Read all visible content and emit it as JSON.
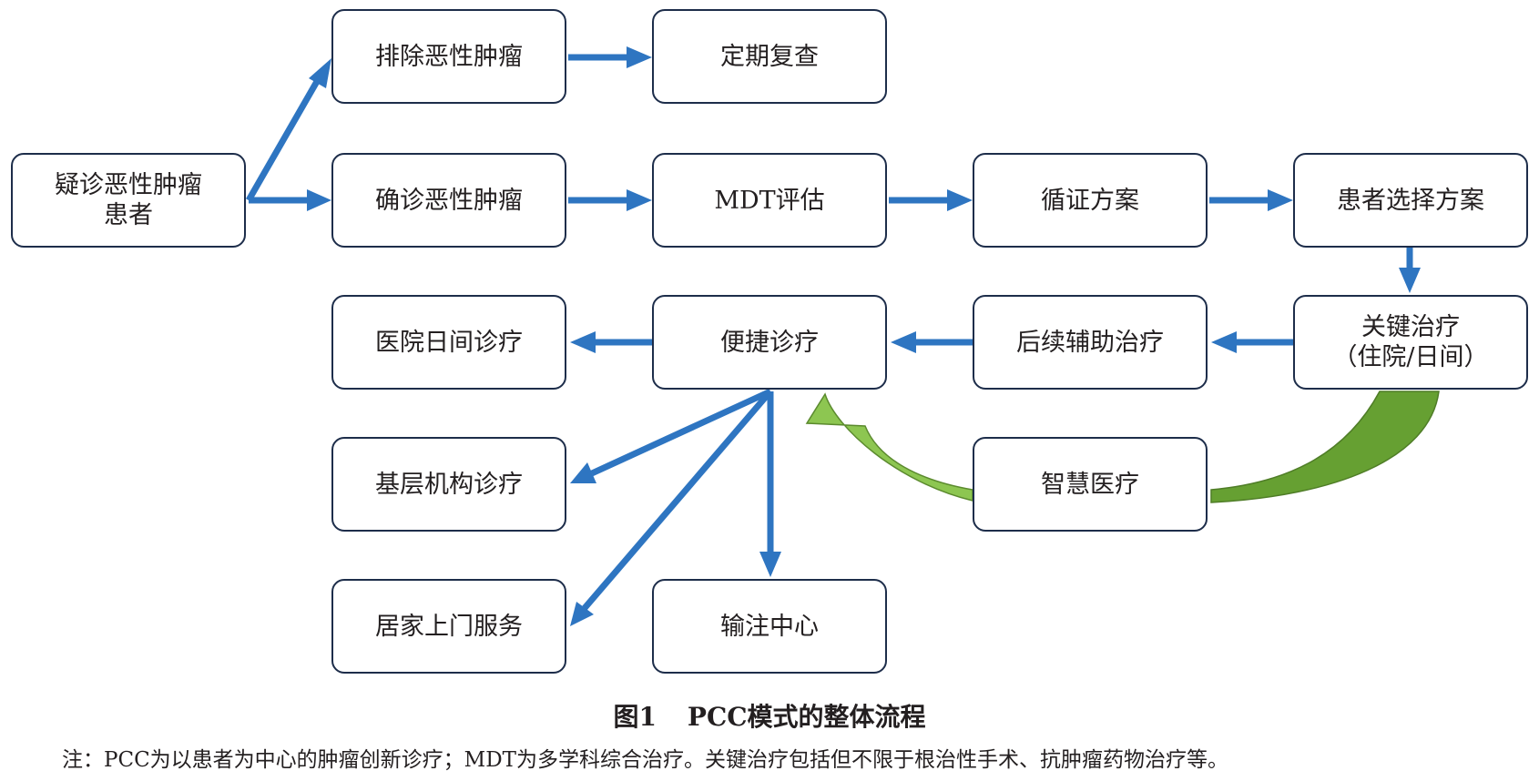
{
  "nodes": {
    "suspect": {
      "line1": "疑诊恶性肿瘤",
      "line2": "患者"
    },
    "exclude": "排除恶性肿瘤",
    "followup": "定期复查",
    "confirm": "确诊恶性肿瘤",
    "mdt": "MDT评估",
    "evidence": "循证方案",
    "choose": "患者选择方案",
    "key": {
      "line1": "关键治疗",
      "line2": "（住院/日间）"
    },
    "adjuvant": "后续辅助治疗",
    "convenient": "便捷诊疗",
    "dayward": "医院日间诊疗",
    "primary": "基层机构诊疗",
    "home": "居家上门服务",
    "infusion": "输注中心",
    "smart": "智慧医疗"
  },
  "caption": {
    "number": "图1",
    "title": "PCC模式的整体流程"
  },
  "note": "注：PCC为以患者为中心的肿瘤创新诊疗；MDT为多学科综合治疗。关键治疗包括但不限于根治性手术、抗肿瘤药物治疗等。",
  "colors": {
    "arrow": "#2e75c1",
    "smart_light": "#8dc651",
    "smart_dark": "#66a032",
    "border": "#1d2d4a"
  }
}
